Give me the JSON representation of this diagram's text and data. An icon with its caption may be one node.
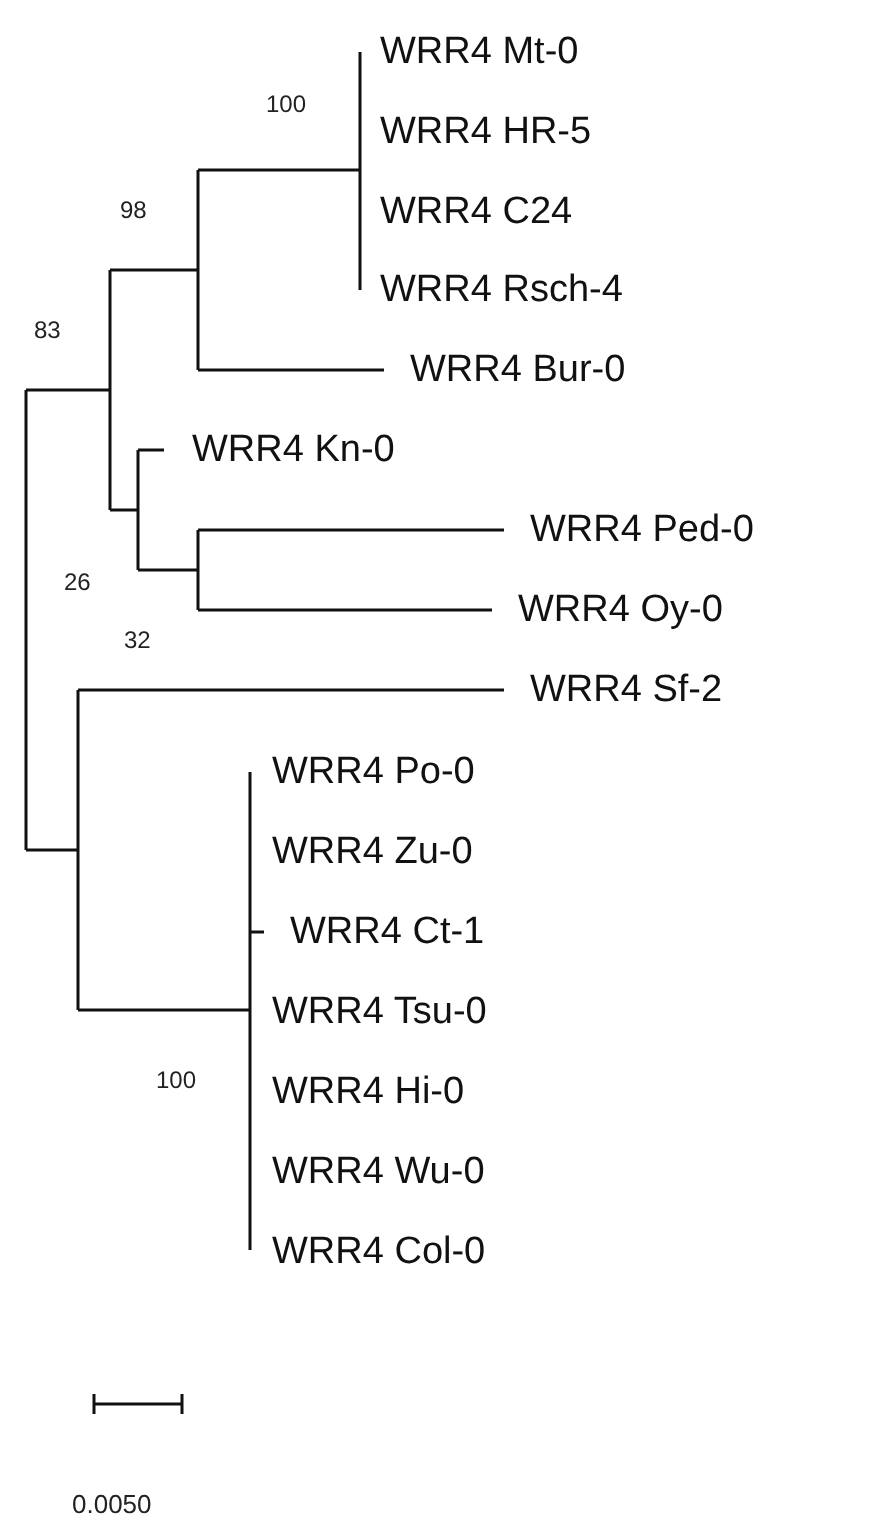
{
  "diagram": {
    "labels": [
      "WRR4 Mt-0",
      "100",
      "WRR4 HR-5",
      "98",
      "WRR4 C24",
      "WRR4 Rsch-4",
      "83",
      "WRR4 Bur-0",
      "WRR4 Kn-0",
      "WRR4 Ped-0",
      "26",
      "WRR4 Oy-0",
      "32",
      "WRR4 Sf-2",
      "WRR4 Po-0",
      "WRR4 Zu-0",
      "WRR4 Ct-1",
      "WRR4 Tsu-0",
      "100",
      "WRR4 Hi-0",
      "WRR4 Wu-0",
      "WRR4 Col-0",
      "0.0050"
    ]
  }
}
